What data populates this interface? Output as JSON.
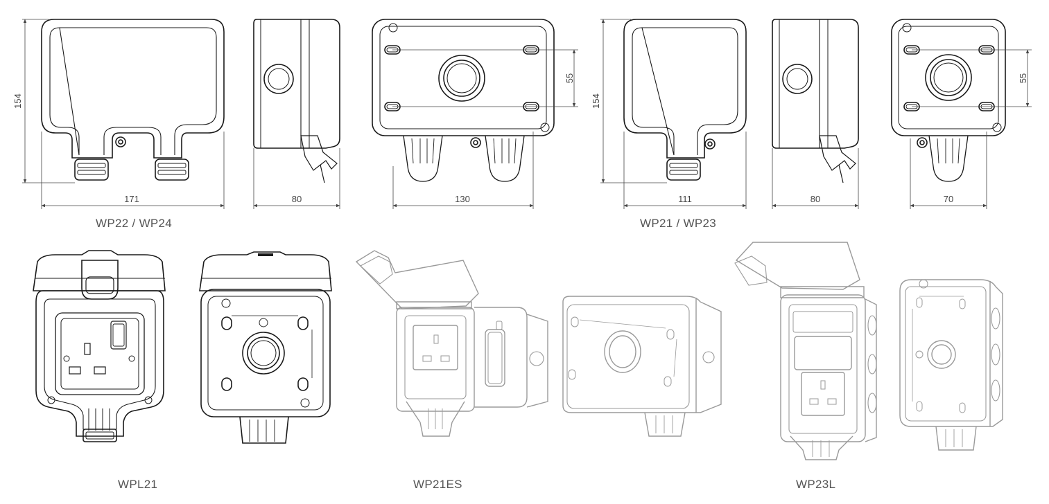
{
  "dimensions": {
    "h_154_a": "154",
    "w_171": "171",
    "d_80_a": "80",
    "w_130": "130",
    "hole_55_a": "55",
    "h_154_b": "154",
    "w_111": "111",
    "d_80_b": "80",
    "w_70": "70",
    "hole_55_b": "55"
  },
  "captions": {
    "top_left": "WP22 / WP24",
    "top_right": "WP21 / WP23",
    "bottom_1": "WPL21",
    "bottom_2": "WP21ES",
    "bottom_3": "WP23L"
  },
  "colors": {
    "line": "#1a1a1a",
    "faint": "#9a9a9a",
    "dim": "#444444"
  }
}
